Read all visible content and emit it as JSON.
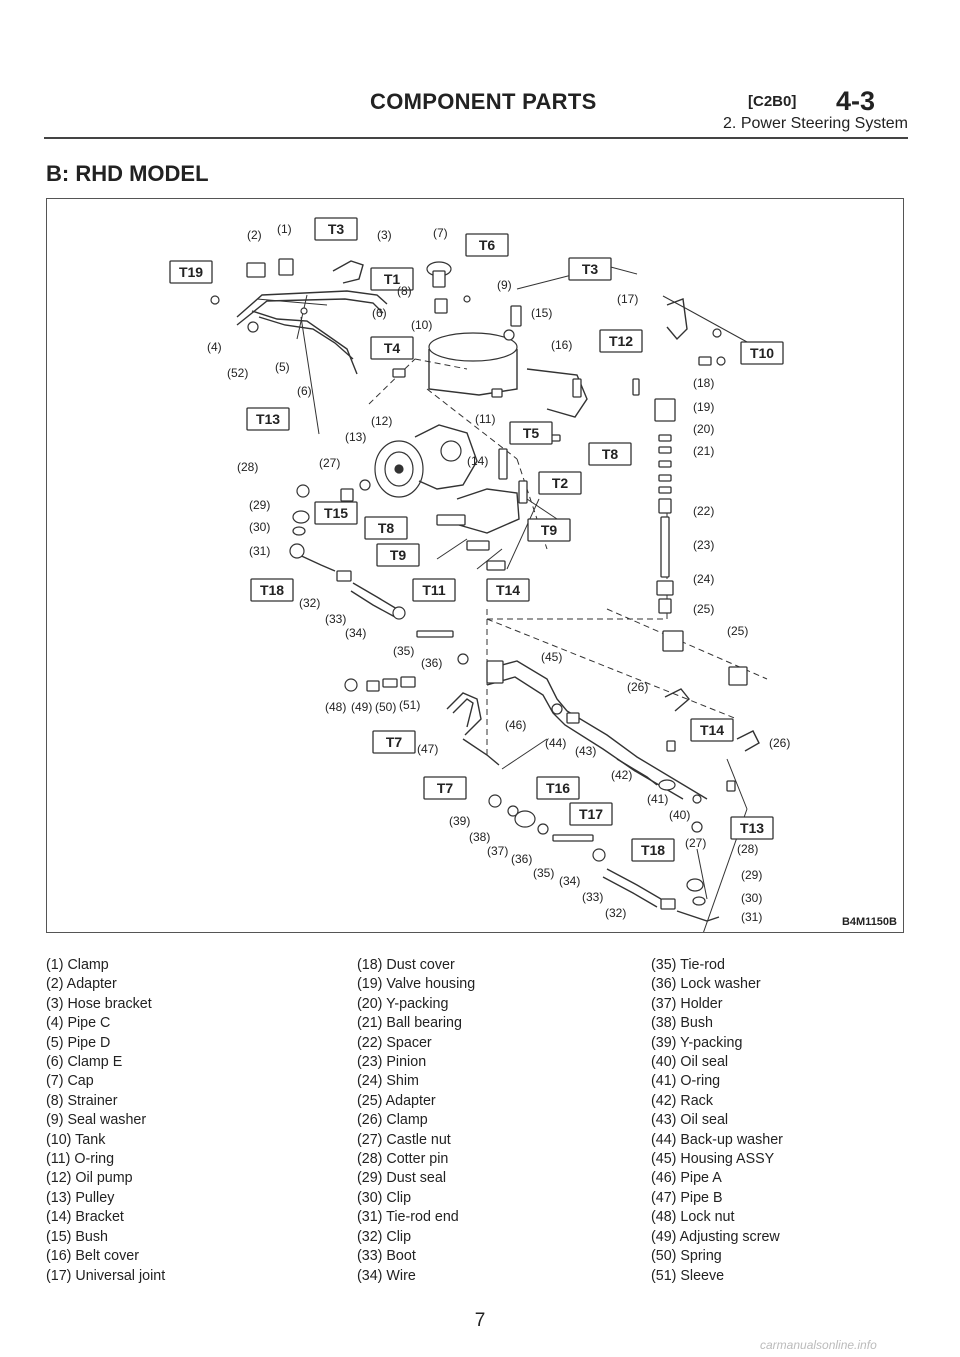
{
  "header": {
    "title": "COMPONENT PARTS",
    "code": "[C2B0]",
    "section": "4-3",
    "subtitle": "2. Power Steering System"
  },
  "section_title": "B: RHD MODEL",
  "figure": {
    "code": "B4M1150B",
    "torque_tags": [
      "T1",
      "T2",
      "T3",
      "T4",
      "T5",
      "T6",
      "T7",
      "T8",
      "T9",
      "T10",
      "T11",
      "T12",
      "T13",
      "T14",
      "T15",
      "T16",
      "T17",
      "T18",
      "T19"
    ],
    "callouts": [
      "(1)",
      "(2)",
      "(3)",
      "(4)",
      "(5)",
      "(6)",
      "(7)",
      "(8)",
      "(9)",
      "(10)",
      "(11)",
      "(12)",
      "(13)",
      "(14)",
      "(15)",
      "(16)",
      "(17)",
      "(18)",
      "(19)",
      "(20)",
      "(21)",
      "(22)",
      "(23)",
      "(24)",
      "(25)",
      "(26)",
      "(27)",
      "(28)",
      "(29)",
      "(30)",
      "(31)",
      "(32)",
      "(33)",
      "(34)",
      "(35)",
      "(36)",
      "(37)",
      "(38)",
      "(39)",
      "(40)",
      "(41)",
      "(42)",
      "(43)",
      "(44)",
      "(45)",
      "(46)",
      "(47)",
      "(48)",
      "(49)",
      "(50)",
      "(51)",
      "(52)"
    ]
  },
  "legend": {
    "col1": [
      "(1) Clamp",
      "(2) Adapter",
      "(3) Hose bracket",
      "(4) Pipe C",
      "(5) Pipe D",
      "(6) Clamp E",
      "(7) Cap",
      "(8) Strainer",
      "(9) Seal washer",
      "(10) Tank",
      "(11) O-ring",
      "(12) Oil pump",
      "(13) Pulley",
      "(14) Bracket",
      "(15) Bush",
      "(16) Belt cover",
      "(17) Universal joint"
    ],
    "col2": [
      "(18) Dust cover",
      "(19) Valve housing",
      "(20) Y-packing",
      "(21) Ball bearing",
      "(22) Spacer",
      "(23) Pinion",
      "(24) Shim",
      "(25) Adapter",
      "(26) Clamp",
      "(27) Castle nut",
      "(28) Cotter pin",
      "(29) Dust seal",
      "(30) Clip",
      "(31) Tie-rod end",
      "(32) Clip",
      "(33) Boot",
      "(34) Wire"
    ],
    "col3": [
      "(35) Tie-rod",
      "(36) Lock washer",
      "(37) Holder",
      "(38) Bush",
      "(39) Y-packing",
      "(40) Oil seal",
      "(41) O-ring",
      "(42) Rack",
      "(43) Oil seal",
      "(44) Back-up washer",
      "(45) Housing ASSY",
      "(46) Pipe A",
      "(47) Pipe B",
      "(48) Lock nut",
      "(49) Adjusting screw",
      "(50) Spring",
      "(51) Sleeve"
    ]
  },
  "page_number": "7",
  "watermark": "carmanualsonline.info"
}
